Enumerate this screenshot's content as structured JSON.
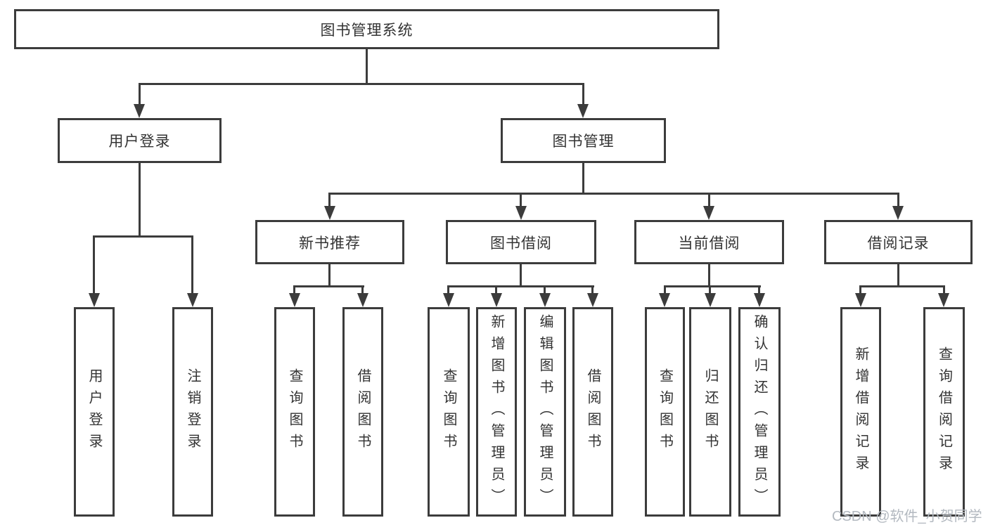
{
  "diagram": {
    "title_node": {
      "label": "图书管理系统"
    },
    "level2": [
      {
        "label": "用户登录"
      },
      {
        "label": "图书管理"
      }
    ],
    "level3": [
      {
        "label": "新书推荐"
      },
      {
        "label": "图书借阅"
      },
      {
        "label": "当前借阅"
      },
      {
        "label": "借阅记录"
      }
    ],
    "leaves": {
      "user_login": [
        {
          "label": "用户登录"
        },
        {
          "label": "注销登录"
        }
      ],
      "new_book_rec": [
        {
          "label": "查询图书"
        },
        {
          "label": "借阅图书"
        }
      ],
      "book_borrow": [
        {
          "label": "查询图书"
        },
        {
          "label": "新增图书（管理员）"
        },
        {
          "label": "编辑图书（管理员）"
        },
        {
          "label": "借阅图书"
        }
      ],
      "current_borrow": [
        {
          "label": "查询图书"
        },
        {
          "label": "归还图书"
        },
        {
          "label": "确认归还（管理员）"
        }
      ],
      "borrow_records": [
        {
          "label": "新增借阅记录"
        },
        {
          "label": "查询借阅记录"
        }
      ]
    },
    "colors": {
      "line": "#3c3c3c",
      "text": "#333333",
      "box_background": "#ffffff",
      "watermark": "#b3b9c0"
    }
  },
  "watermark": {
    "text": "CSDN @软件_小贺同学"
  }
}
